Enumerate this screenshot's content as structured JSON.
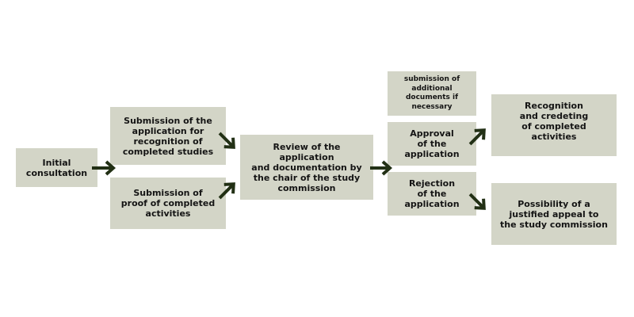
{
  "colors": {
    "box_fill": "#d3d5c7",
    "arrow": "#223015",
    "text": "#141414"
  },
  "nodes": {
    "initial": "Initial\nconsultation",
    "submission_application": "Submission of the\napplication for\nrecognition of\ncompleted studies",
    "submission_proof": "Submission of\nproof of completed\nactivities",
    "review": "Review of the application\nand documentation by\nthe chair of the study\ncommission",
    "additional_docs": "submission of\nadditional\ndocuments if\nnecessary",
    "approval": "Approval\nof the\napplication",
    "rejection": "Rejection\nof the\napplication",
    "recognition": "Recognition\nand credeting\nof completed\nactivities",
    "appeal": "Possibility of a\njustified appeal to\nthe study commission"
  },
  "icons": {
    "arrow": "arrow-right-icon"
  }
}
